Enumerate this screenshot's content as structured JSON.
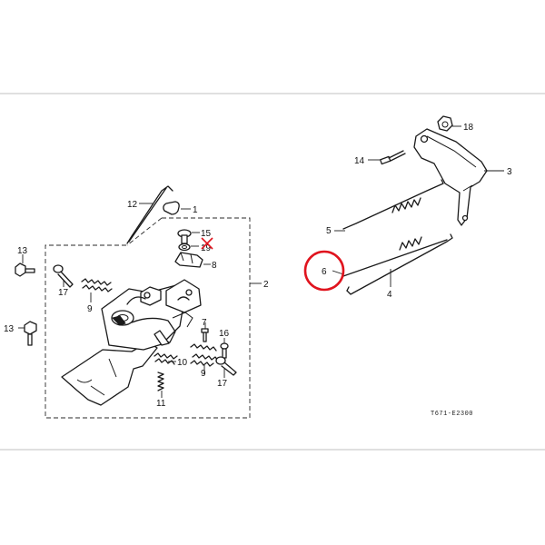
{
  "callouts": [
    {
      "id": "1",
      "label": "1"
    },
    {
      "id": "2",
      "label": "2"
    },
    {
      "id": "3",
      "label": "3"
    },
    {
      "id": "4",
      "label": "4"
    },
    {
      "id": "5",
      "label": "5"
    },
    {
      "id": "6",
      "label": "6"
    },
    {
      "id": "7",
      "label": "7"
    },
    {
      "id": "8",
      "label": "8"
    },
    {
      "id": "9a",
      "label": "9"
    },
    {
      "id": "9b",
      "label": "9"
    },
    {
      "id": "10",
      "label": "10"
    },
    {
      "id": "11",
      "label": "11"
    },
    {
      "id": "12",
      "label": "12"
    },
    {
      "id": "13a",
      "label": "13"
    },
    {
      "id": "13b",
      "label": "13"
    },
    {
      "id": "14",
      "label": "14"
    },
    {
      "id": "15",
      "label": "15"
    },
    {
      "id": "16",
      "label": "16"
    },
    {
      "id": "17a",
      "label": "17"
    },
    {
      "id": "17b",
      "label": "17"
    },
    {
      "id": "18",
      "label": "18"
    },
    {
      "id": "19",
      "label": "19"
    }
  ],
  "diagram_code": "T671-E2300",
  "highlight": {
    "target": "6",
    "color": "#e0141e"
  },
  "strike": {
    "target": "19",
    "color": "#e0141e"
  }
}
